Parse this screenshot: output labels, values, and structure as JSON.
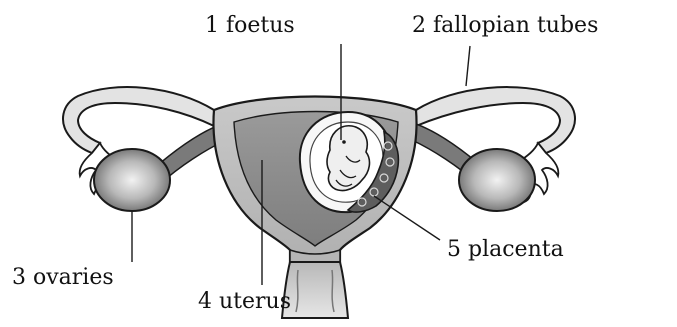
{
  "labels": {
    "foetus": "1  foetus",
    "fallopian_tubes": "2  fallopian tubes",
    "ovaries": "3  ovaries",
    "uterus": "4  uterus",
    "placenta": "5  placenta"
  },
  "colors": {
    "outline": "#1a1a1a",
    "tissue_light": "#d6d6d6",
    "tissue_mid": "#a9a9a9",
    "tissue_dark": "#6f6f6f",
    "cavity": "#8e8e8e",
    "background": "#ffffff"
  }
}
